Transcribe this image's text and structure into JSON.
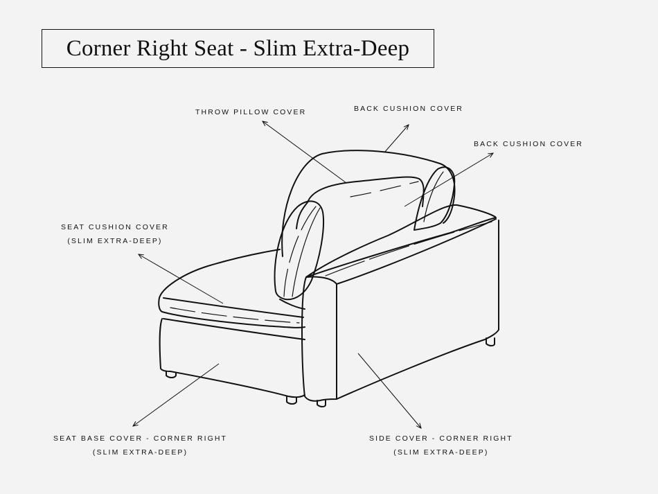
{
  "title": "Corner Right Seat - Slim Extra-Deep",
  "labels": {
    "throw_pillow": {
      "line1": "THROW PILLOW COVER"
    },
    "back_cushion_top": {
      "line1": "BACK CUSHION COVER"
    },
    "back_cushion_right": {
      "line1": "BACK CUSHION COVER"
    },
    "seat_cushion": {
      "line1": "SEAT CUSHION COVER",
      "line2": "(SLIM EXTRA-DEEP)"
    },
    "seat_base": {
      "line1": "SEAT BASE COVER - CORNER RIGHT",
      "line2": "(SLIM EXTRA-DEEP)"
    },
    "side_cover": {
      "line1": "SIDE COVER - CORNER RIGHT",
      "line2": "(SLIM EXTRA-DEEP)"
    }
  },
  "colors": {
    "background": "#f3f3f3",
    "ink": "#111111"
  }
}
